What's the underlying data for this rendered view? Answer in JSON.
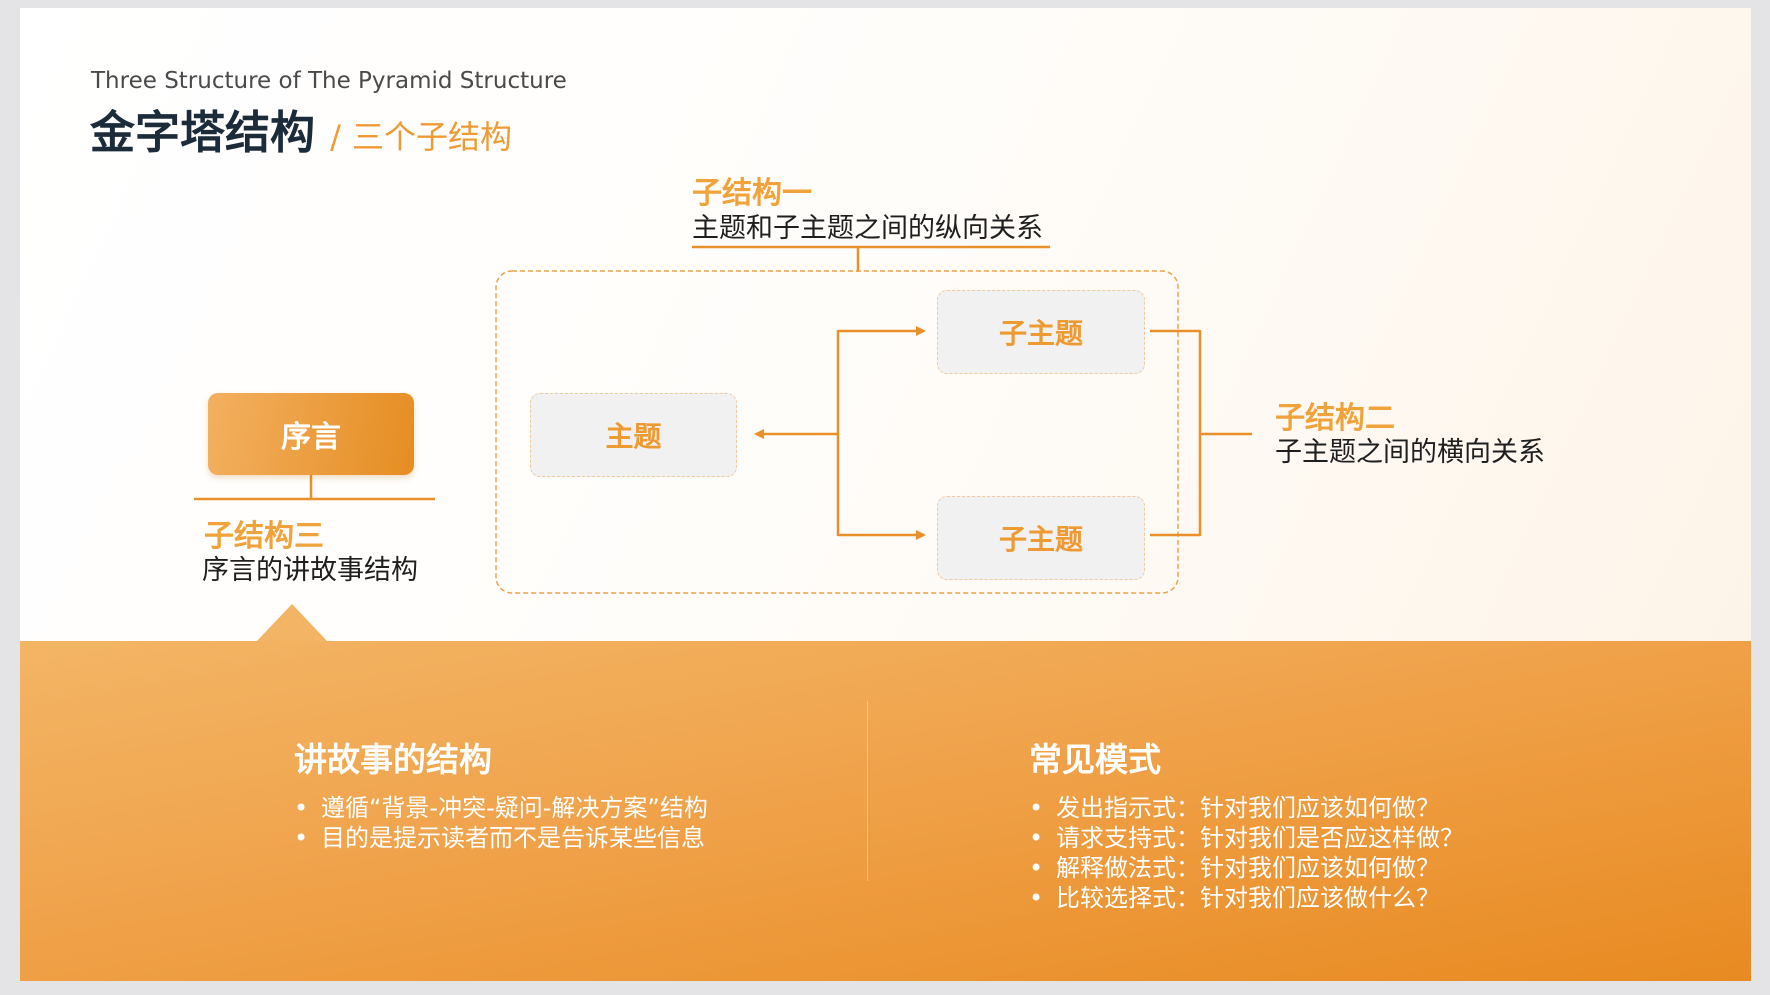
{
  "header": {
    "subtitle_en": "Three Structure of  The Pyramid Structure",
    "title": "金字塔结构",
    "separator": "/",
    "subtitle_cn": "三个子结构"
  },
  "diagram": {
    "sub1": {
      "heading": "子结构一",
      "desc": "主题和子主题之间的纵向关系"
    },
    "sub2": {
      "heading": "子结构二",
      "desc": "子主题之间的横向关系"
    },
    "sub3": {
      "heading": "子结构三",
      "desc": "序言的讲故事结构"
    },
    "preface_label": "序言",
    "main_topic": "主题",
    "subtopic_top": "子主题",
    "subtopic_bottom": "子主题"
  },
  "bottom": {
    "left": {
      "title": "讲故事的结构",
      "items": [
        "遵循“背景-冲突-疑问-解决方案”结构",
        "目的是提示读者而不是告诉某些信息"
      ]
    },
    "right": {
      "title": "常见模式",
      "items": [
        "发出指示式：针对我们应该如何做？",
        "请求支持式：针对我们是否应这样做？",
        "解释做法式：针对我们应该如何做？",
        "比较选择式：针对我们应该做什么？"
      ]
    }
  },
  "colors": {
    "accent": "#f0a33a",
    "accent_dark": "#e58d22",
    "title_dark": "#1c2b3a"
  }
}
